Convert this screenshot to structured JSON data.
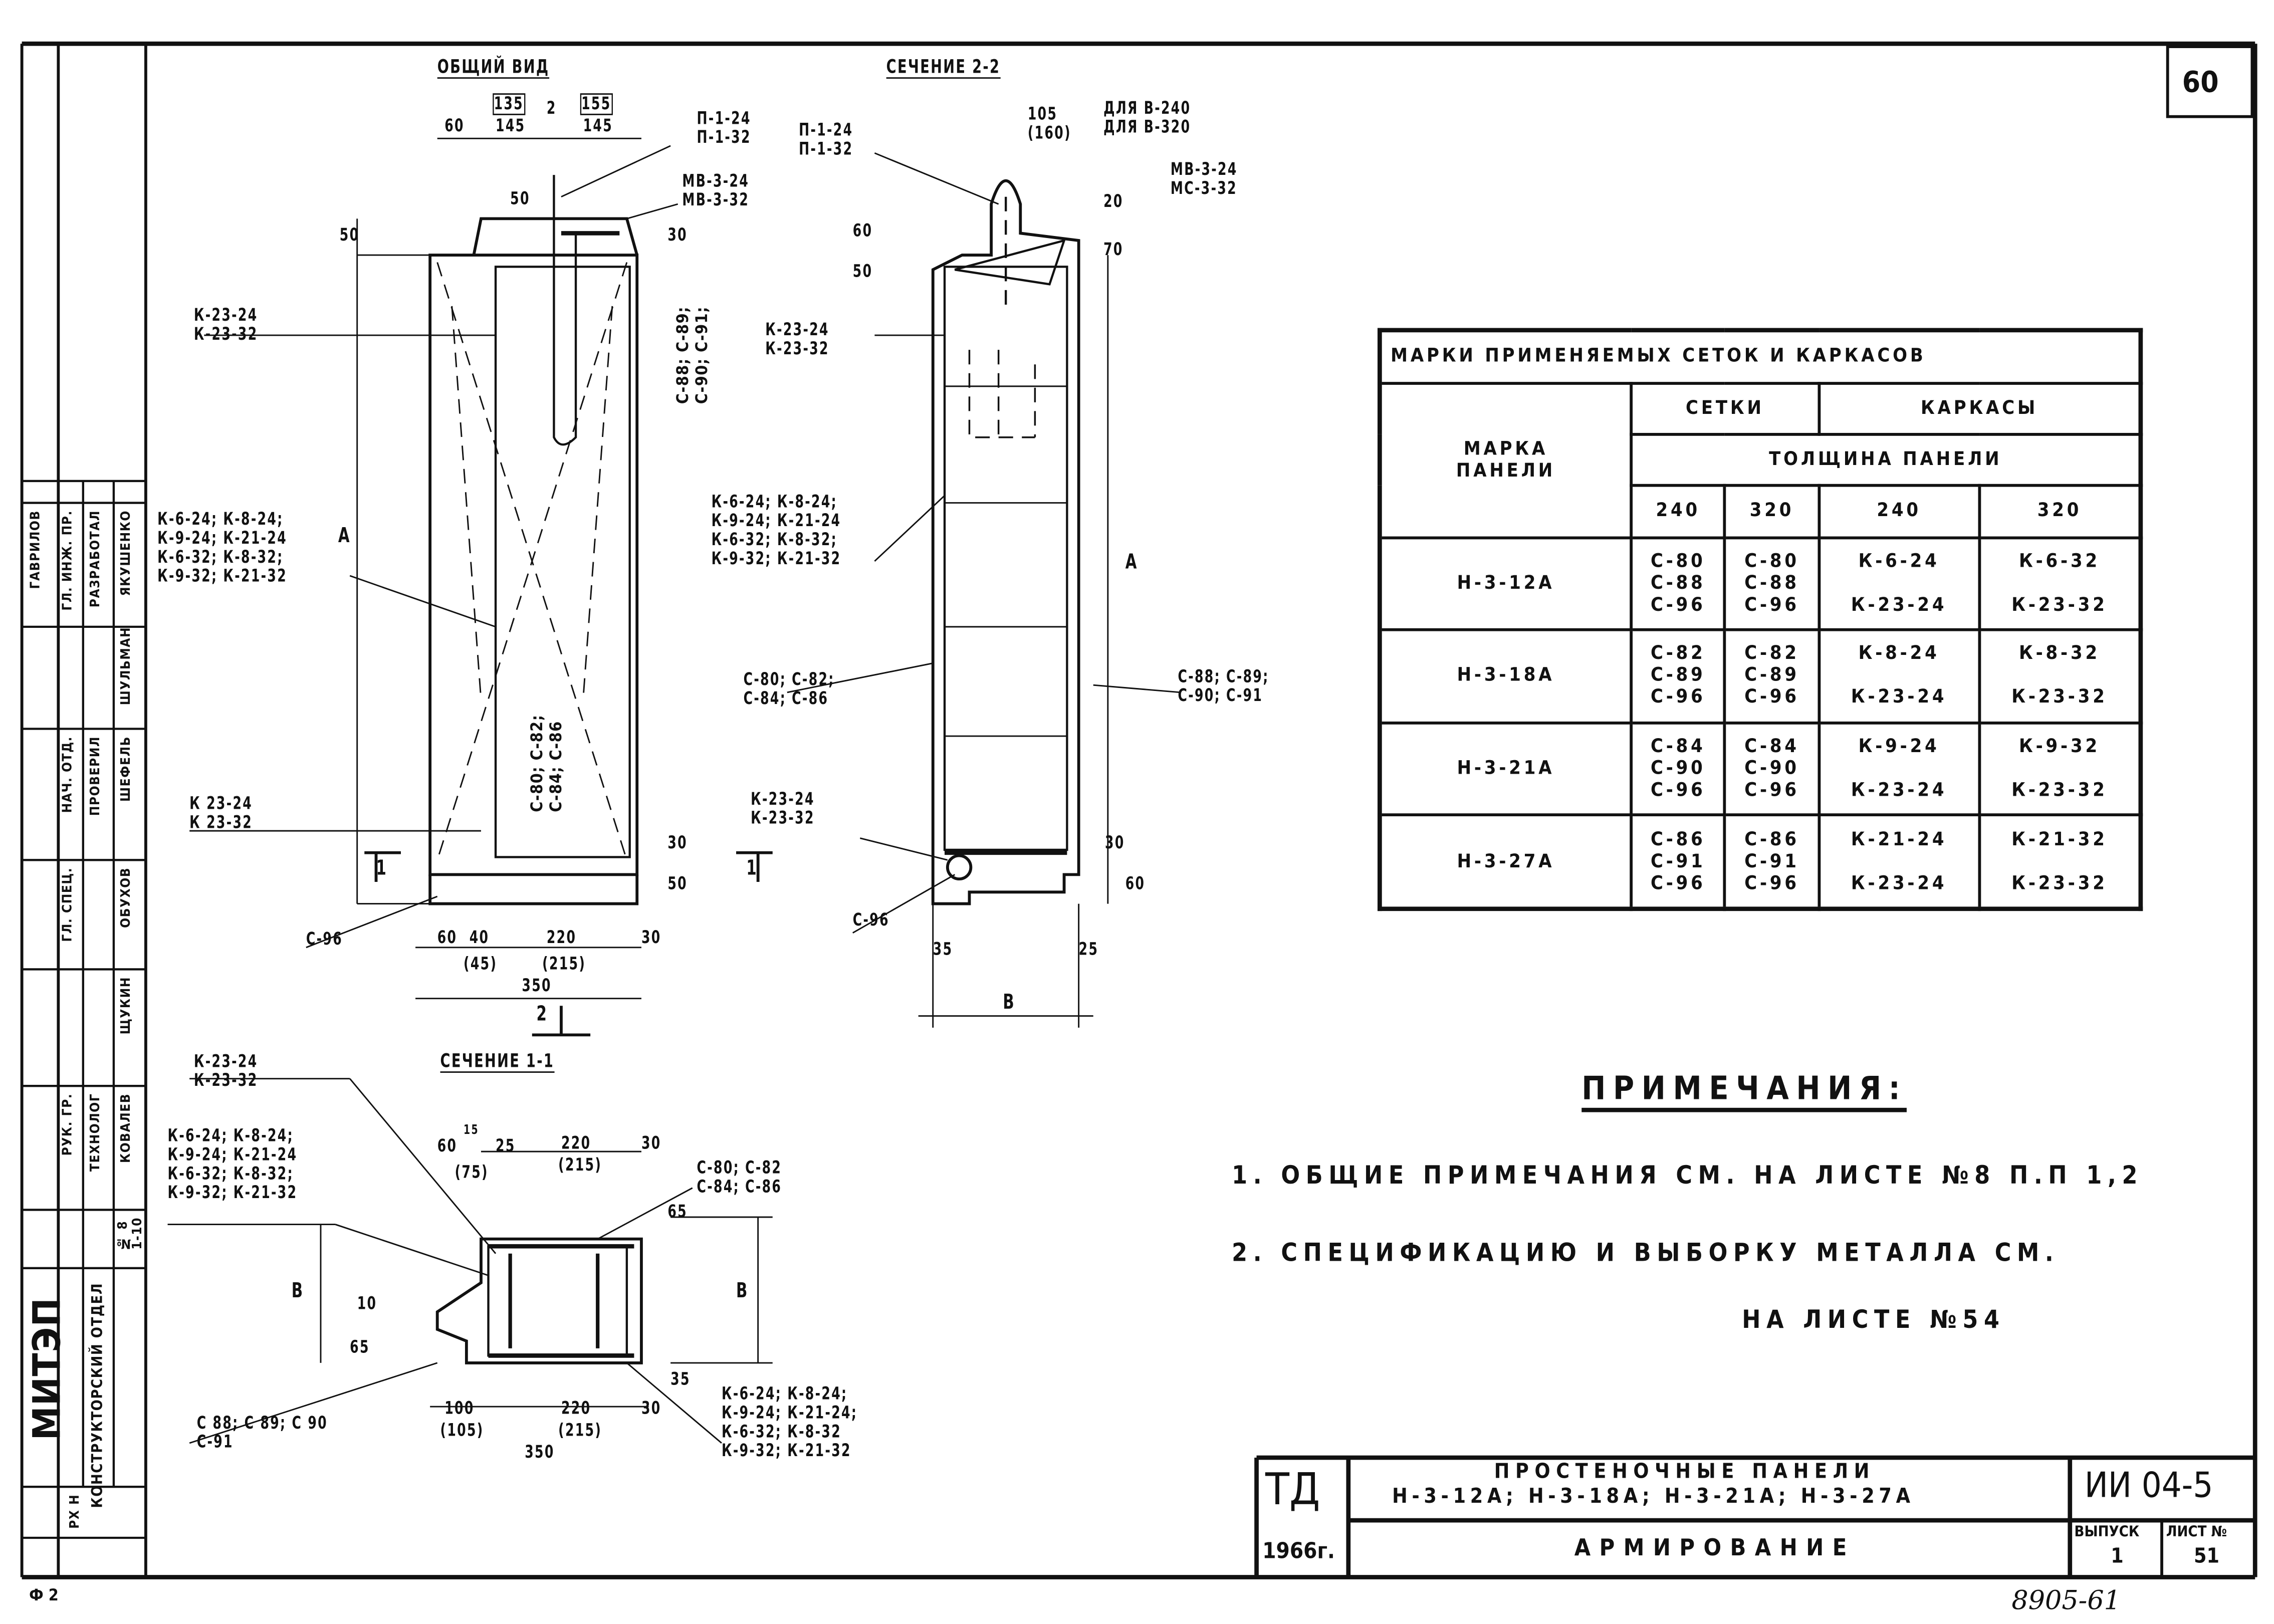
{
  "sheet_number": "60",
  "general_view": {
    "title": "ОБЩИЙ ВИД",
    "dims_top": [
      "60",
      "145",
      "145",
      "135",
      "155",
      "2"
    ],
    "callout_top": "П-1-24\nП-1-32",
    "callout_mv": "МВ-3-24\nМВ-3-32",
    "callout_k23_top": "К-23-24\nК-23-32",
    "callout_k_list": "К-6-24; К-8-24;\nК-9-24; К-21-24\nК-6-32; К-8-32;\nК-9-32; К-21-32",
    "callout_k23_bottom": "К 23-24\nК 23-32",
    "callout_c96": "С-96",
    "vertical_c_top": "С-88; С-89;\nС-90; С-91;",
    "vertical_c_bottom": "С-80; С-82;\nС-84; С-86",
    "dims_side": [
      "50",
      "30",
      "50",
      "30",
      "50"
    ],
    "dim_a": "А",
    "dims_bottom": [
      "60",
      "40",
      "220",
      "30",
      "(45)",
      "(215)",
      "350"
    ],
    "section_mark_1": "1",
    "section_mark_2": "2"
  },
  "section_22": {
    "title": "СЕЧЕНИЕ 2-2",
    "callout_top": "П-1-24\nП-1-32",
    "callout_dim": "105\n(160)",
    "callout_mv": "ДЛЯ В-240\nДЛЯ В-320",
    "callout_mv2": "МВ-3-24\nМС-3-32",
    "callout_k23_top": "К-23-24\nК-23-32",
    "callout_k_list": "К-6-24; К-8-24;\nК-9-24; К-21-24\nК-6-32; К-8-32;\nК-9-32; К-21-32",
    "callout_c_left": "С-80; С-82;\nС-84; С-86",
    "callout_c_right": "С-88; С-89;\nС-90; С-91",
    "callout_k23_bottom": "К-23-24\nК-23-32",
    "callout_c96": "С-96",
    "dims": [
      "60",
      "50",
      "20",
      "70",
      "30",
      "60",
      "35",
      "25"
    ],
    "dim_a": "А",
    "dim_b": "В"
  },
  "section_11": {
    "title": "СЕЧЕНИЕ 1-1",
    "callout_k23": "К-23-24\nК-23-32",
    "callout_k_list": "К-6-24; К-8-24;\nК-9-24; К-21-24\nК-6-32; К-8-32;\nК-9-32; К-21-32",
    "callout_c_top": "С-80; С-82\nС-84; С-86",
    "callout_c_bottom": "С 88; С 89; С 90\nС-91",
    "callout_k_list_right": "К-6-24; К-8-24;\nК-9-24; К-21-24;\nК-6-32; К-8-32\nК-9-32; К-21-32",
    "dims_top": [
      "60",
      "15",
      "(75)",
      "25",
      "220",
      "(215)",
      "30"
    ],
    "dims_bottom": [
      "100",
      "(105)",
      "220",
      "(215)",
      "30",
      "350"
    ],
    "dims_side": [
      "65",
      "10",
      "65",
      "35"
    ],
    "dim_b": "В"
  },
  "table": {
    "title": "МАРКИ ПРИМЕНЯЕМЫХ СЕТОК И КАРКАСОВ",
    "col_mark": "МАРКА\nПАНЕЛИ",
    "col_nets": "СЕТКИ",
    "col_frames": "КАРКАСЫ",
    "col_thickness": "ТОЛЩИНА ПАНЕЛИ",
    "sub_cols": [
      "240",
      "320",
      "240",
      "320"
    ],
    "rows": [
      {
        "mark": "Н-3-12А",
        "nets_240": "С-80\nС-88\nС-96",
        "nets_320": "С-80\nС-88\nС-96",
        "frames_240": "К-6-24\n\nК-23-24",
        "frames_320": "К-6-32\n\nК-23-32"
      },
      {
        "mark": "Н-3-18А",
        "nets_240": "С-82\nС-89\nС-96",
        "nets_320": "С-82\nС-89\nС-96",
        "frames_240": "К-8-24\n\nК-23-24",
        "frames_320": "К-8-32\n\nК-23-32"
      },
      {
        "mark": "Н-3-21А",
        "nets_240": "С-84\nС-90\nС-96",
        "nets_320": "С-84\nС-90\nС-96",
        "frames_240": "К-9-24\n\nК-23-24",
        "frames_320": "К-9-32\n\nК-23-32"
      },
      {
        "mark": "Н-3-27А",
        "nets_240": "С-86\nС-91\nС-96",
        "nets_320": "С-86\nС-91\nС-96",
        "frames_240": "К-21-24\n\nК-23-24",
        "frames_320": "К-21-32\n\nК-23-32"
      }
    ]
  },
  "notes": {
    "heading": "ПРИМЕЧАНИЯ:",
    "line1": "1. ОБЩИЕ ПРИМЕЧАНИЯ СМ. НА ЛИСТЕ №8 П.П 1,2",
    "line2": "2. СПЕЦИФИКАЦИЮ И ВЫБОРКУ МЕТАЛЛА СМ.",
    "line3": "НА ЛИСТЕ №54"
  },
  "title_block": {
    "logo": "ТД",
    "year": "1966г.",
    "title_line1": "ПРОСТЕНОЧНЫЕ ПАНЕЛИ",
    "title_line2": "Н-3-12А; Н-3-18А; Н-3-21А; Н-3-27А",
    "subtitle": "АРМИРОВАНИЕ",
    "code": "ИИ 04-5",
    "issue_label": "ВЫПУСК",
    "issue_value": "1",
    "sheet_label": "ЛИСТ №",
    "sheet_value": "51"
  },
  "handwritten_number": "8905-61",
  "left_stamp": {
    "org": "МИТЭП",
    "dept": "КОНСТРУКТОРСКИЙ ОТДЕЛ",
    "code": "РХ Н",
    "roles": [
      "ГЛ. ИНЖ. ПР.",
      "НАЧ. ОТД.",
      "ГЛ. СПЕЦ.",
      "РУК. ГР.",
      "РАЗРАБОТАЛ",
      "ПРОВЕРИЛ",
      "ТЕХНОЛОГ"
    ],
    "names": [
      "ЯКУШЕНКО",
      "ШУЛЬМАН",
      "ШЕФЕЛЬ",
      "ОБУХОВ",
      "ЩУКИН",
      "КОВАЛЕВ",
      "ГАВРИЛОВ"
    ],
    "bottom_text": "Ф 2",
    "sheet_no": "№ 8\n1-10"
  }
}
